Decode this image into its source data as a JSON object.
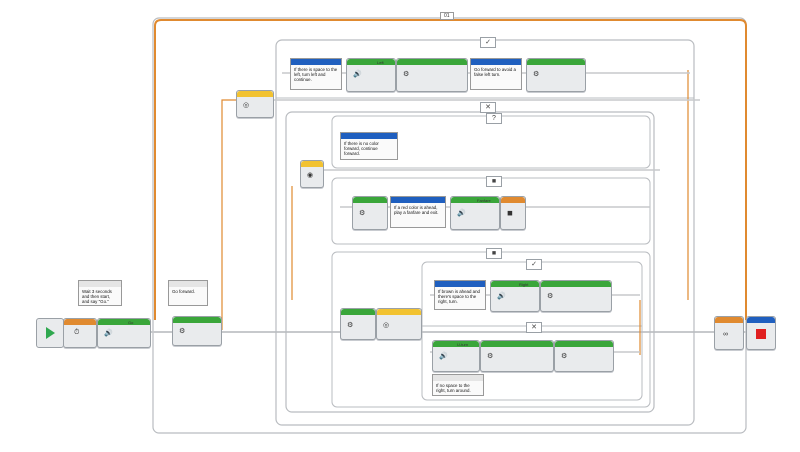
{
  "window": {
    "title": "EV3 maze program"
  },
  "outer_loop": {
    "label": "01"
  },
  "comments": {
    "wait_start": "Wait 3 seconds and then start, and say \"Go.\"",
    "go_forward": "Go forward.",
    "left_space": "If there is space to the left, turn left and continue.",
    "avoid_false_left": "Go forward to avoid a false left turn.",
    "no_color": "If there is no color forward, continue forward.",
    "red_color": "If a red color is ahead, play a fanfare and exit.",
    "brown_ahead": "If brown is ahead and there's space to the right, turn.",
    "no_space_right": "If no space to the right, turn around."
  },
  "block_labels": {
    "fanfare": "Fanfare",
    "right": "Right",
    "left": "Left",
    "uturn": "U-turn",
    "go": "Go"
  },
  "case_tabs": {
    "check": "✓",
    "cross": "✕",
    "color_none": "?",
    "color_red": "■",
    "color_black": "■"
  },
  "colors": {
    "loop": "#e08a30",
    "motor": "#3aa63a",
    "sensor": "#f2c230",
    "sound": "#3aa63a",
    "comment": "#1f5fbf",
    "stop": "#e02020"
  }
}
